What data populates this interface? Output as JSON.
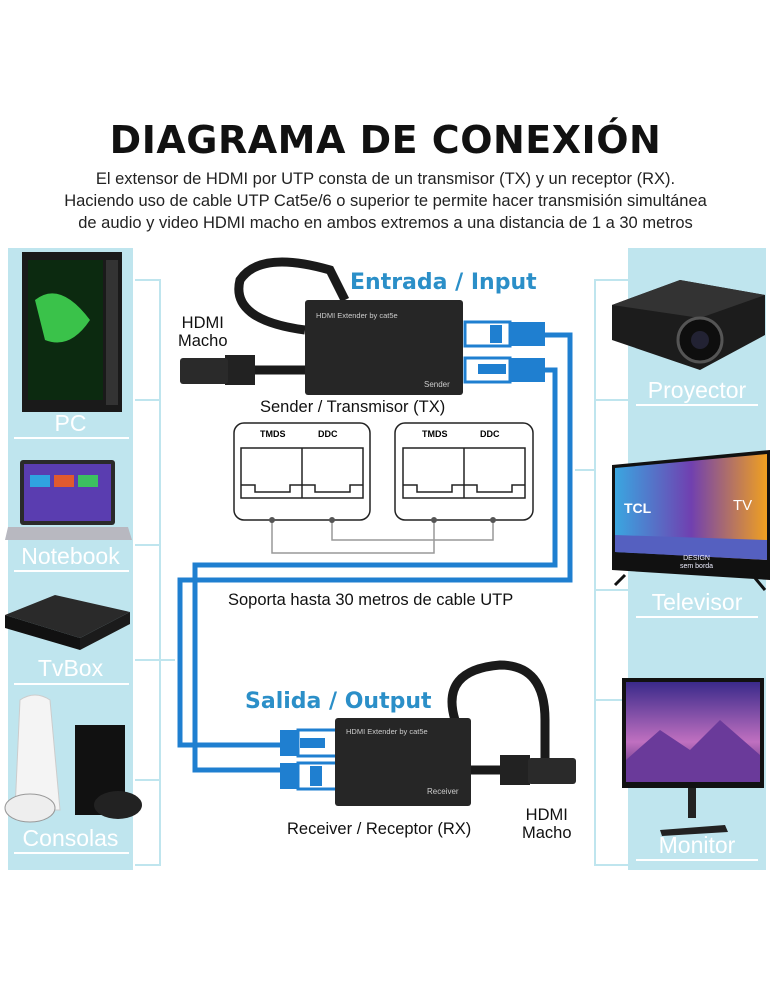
{
  "header": {
    "title": "DIAGRAMA DE CONEXIÓN",
    "description_lines": [
      "El extensor de HDMI por UTP consta de un transmisor (TX) y un receptor (RX).",
      "Haciendo uso de cable UTP Cat5e/6 o superior te permite hacer transmisión simultánea",
      "de audio y video HDMI macho en ambos extremos a una distancia de 1 a 30 metros"
    ]
  },
  "sources": [
    {
      "label": "PC",
      "icon": "pc-tower-icon"
    },
    {
      "label": "Notebook",
      "icon": "laptop-icon"
    },
    {
      "label": "TvBox",
      "icon": "tv-box-icon"
    },
    {
      "label": "Consolas",
      "icon": "game-console-icon"
    }
  ],
  "displays": [
    {
      "label": "Proyector",
      "icon": "projector-icon"
    },
    {
      "label": "Televisor",
      "icon": "television-icon",
      "screen_brand": "TCL",
      "screen_text": "TV",
      "screen_caption_1": "DESIGN",
      "screen_caption_2": "sem borda"
    },
    {
      "label": "Monitor",
      "icon": "monitor-icon"
    }
  ],
  "sender": {
    "heading": "Entrada / Input",
    "device_text": "HDMI Extender by cat5e",
    "device_label": "Sender",
    "caption": "Sender / Transmisor (TX)",
    "hdmi_label_1": "HDMI",
    "hdmi_label_2": "Macho"
  },
  "ports": {
    "left": {
      "port1": "TMDS",
      "port2": "DDC"
    },
    "right": {
      "port1": "TMDS",
      "port2": "DDC"
    }
  },
  "cable_note": "Soporta hasta 30 metros de cable UTP",
  "receiver": {
    "heading": "Salida / Output",
    "device_text": "HDMI Extender by cat5e",
    "device_label": "Receiver",
    "caption": "Receiver / Receptor (RX)",
    "hdmi_label_1": "HDMI",
    "hdmi_label_2": "Macho"
  },
  "colors": {
    "panel": "#bfe5ee",
    "cable": "#1f7fd0",
    "heading": "#2b8fc8"
  }
}
